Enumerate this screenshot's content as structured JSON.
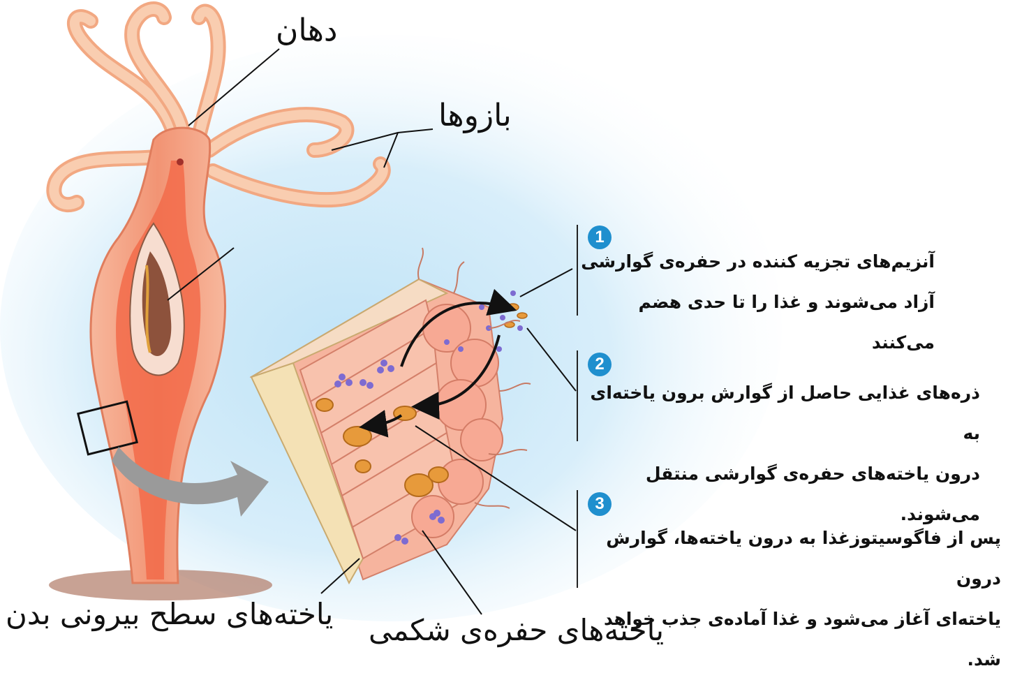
{
  "labels": {
    "mouth": "دهان",
    "tentacles": "بازوها",
    "outer_cells": "یاخته‌های سطح بیرونی بدن",
    "cavity_cells": "یاخته‌های حفره‌ی شکمی"
  },
  "steps": [
    {
      "number": "1",
      "line1": "آنزیم‌های تجزیه کننده در حفره‌ی گوارشی",
      "line2": "آزاد می‌شوند و غذا را تا حدی هضم می‌کنند"
    },
    {
      "number": "2",
      "line1": "ذره‌های غذایی حاصل از گوارش برون یاخته‌ای به",
      "line2": "درون یاخته‌های حفره‌ی گوارشی منتقل می‌شوند."
    },
    {
      "number": "3",
      "line1": "پس از فاگوسیتوزغذا به درون یاخته‌ها، گوارش درون",
      "line2": "یاخته‌ای آغاز می‌شود و غذا آماده‌ی جذب خواهد شد."
    }
  ],
  "colors": {
    "badge": "#1f8fce",
    "body": "#f4a07f",
    "gut": "#f26b4a",
    "background_glow": "#bfe3f7"
  }
}
